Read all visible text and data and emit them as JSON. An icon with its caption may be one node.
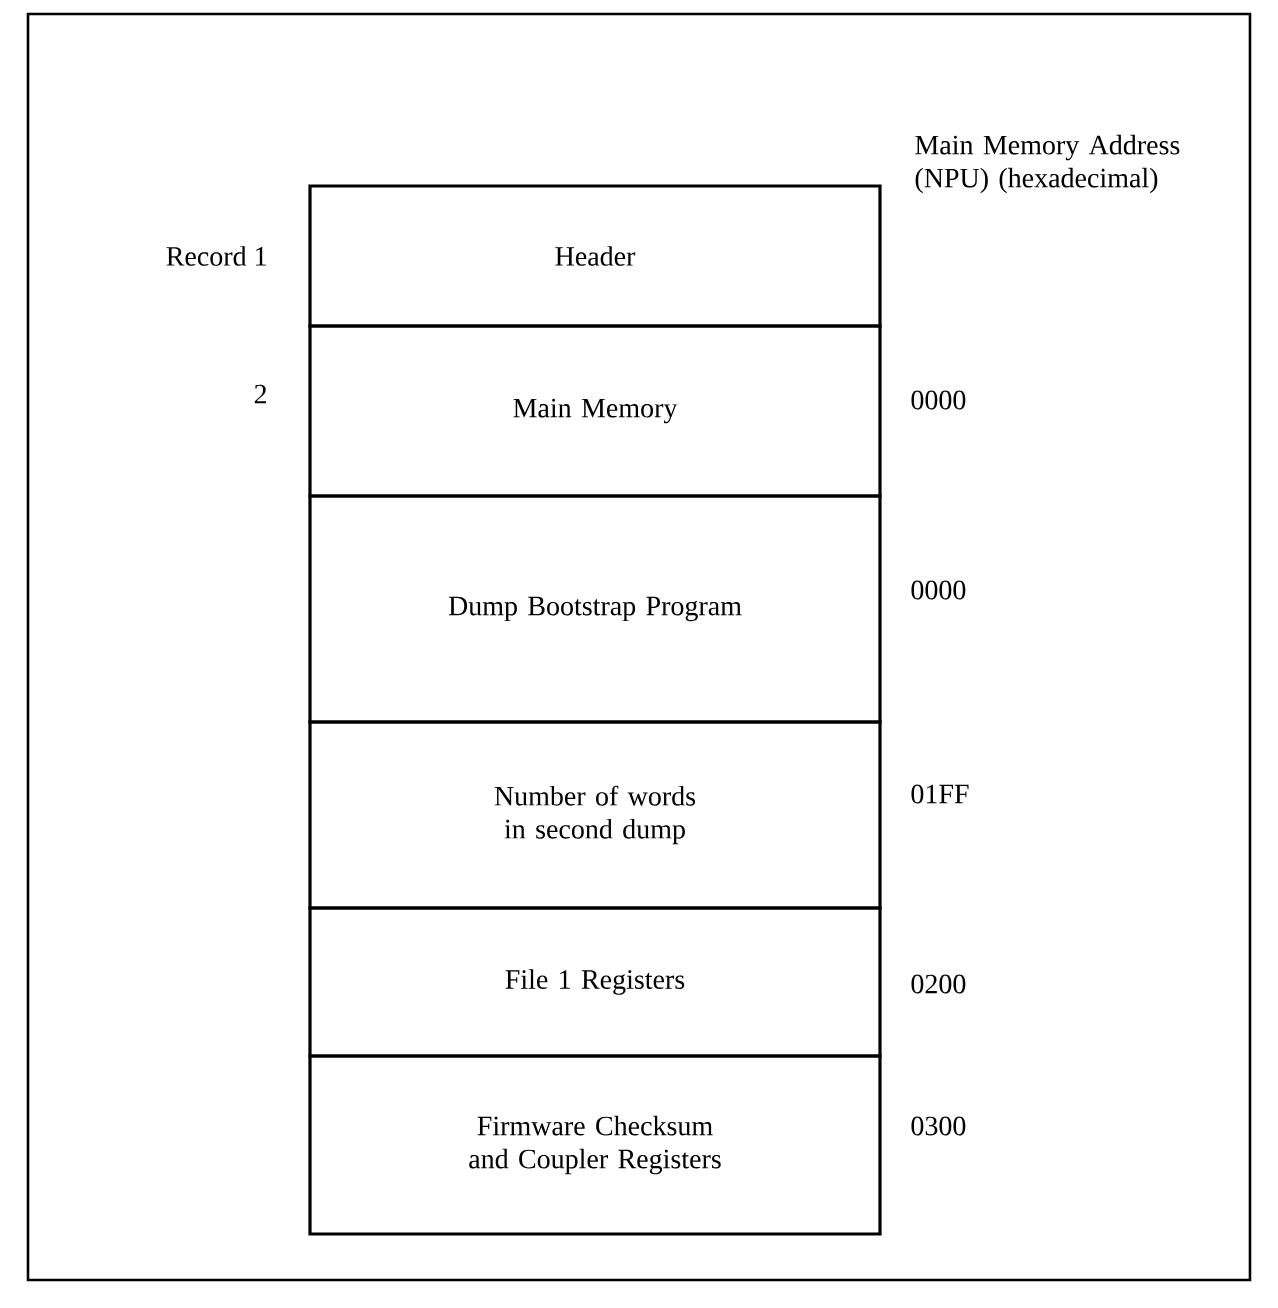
{
  "diagram": {
    "nodes": [
      {
        "text": [
          "Header"
        ]
      },
      {
        "text": [
          "Main Memory"
        ]
      },
      {
        "text": [
          "Dump Bootstrap Program"
        ]
      },
      {
        "text": [
          "Number of words in second dump"
        ]
      },
      {
        "text": [
          "File 1 Registers"
        ]
      },
      {
        "text": [
          "Firmware Checksum and Coupler Registers"
        ]
      }
    ],
    "edges": [],
    "labels": [
      "Main Memory Address (NPU) (hexadecimal)",
      "Record 1",
      "2",
      "0000",
      "0000",
      "01FF",
      "0200",
      "0300"
    ]
  }
}
